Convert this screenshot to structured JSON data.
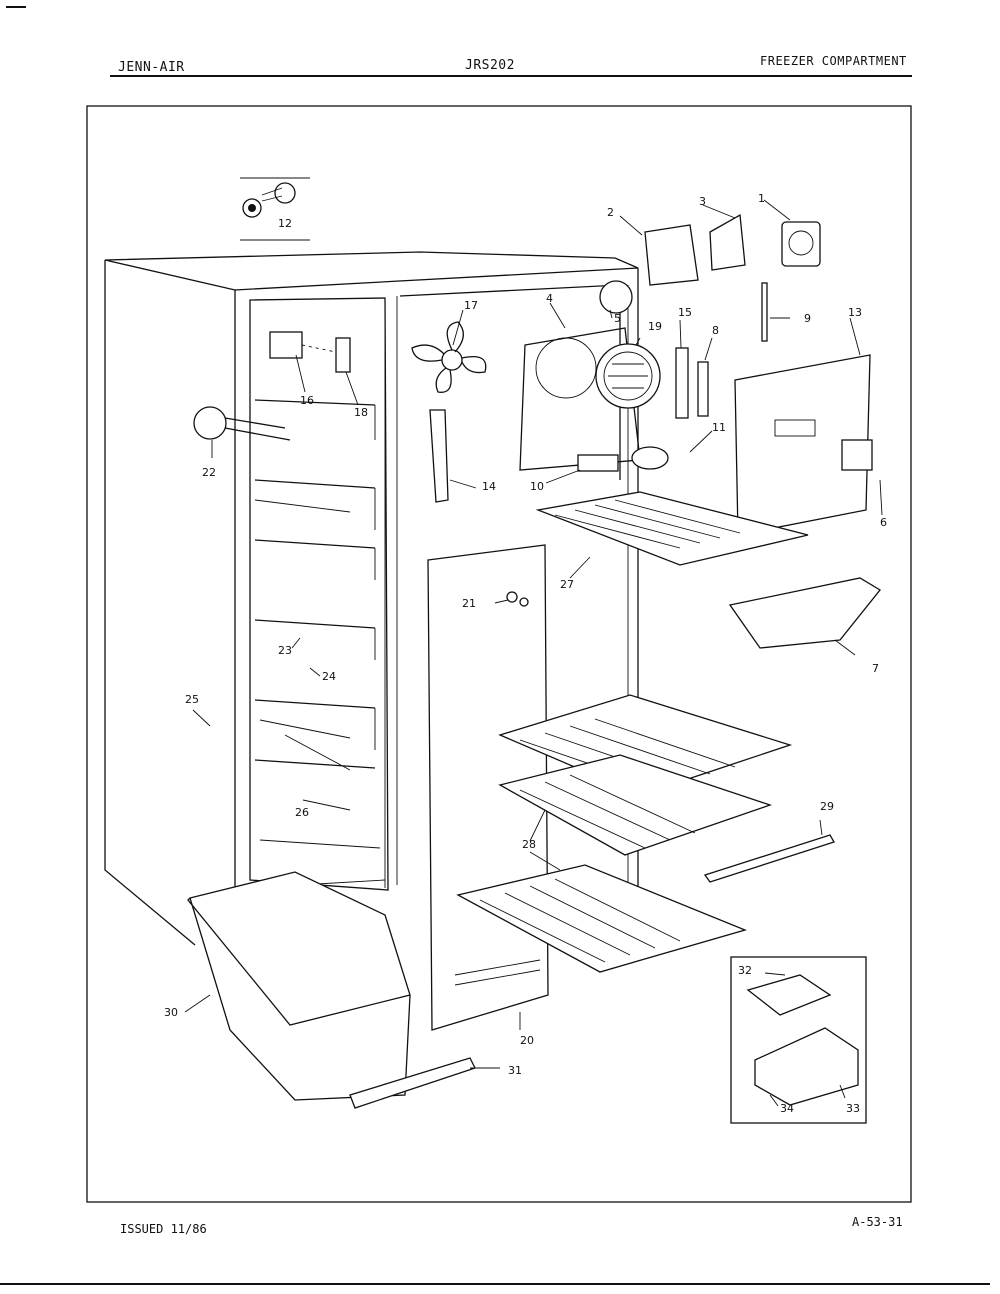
{
  "header": {
    "brand": "JENN-AIR",
    "model": "JRS202",
    "section": "FREEZER COMPARTMENT"
  },
  "footer": {
    "issued": "ISSUED 11/86",
    "page_code": "A-53-31"
  },
  "callouts": [
    "1",
    "2",
    "3",
    "4",
    "5",
    "6",
    "7",
    "8",
    "9",
    "10",
    "11",
    "12",
    "13",
    "14",
    "15",
    "16",
    "17",
    "18",
    "19",
    "20",
    "21",
    "22",
    "23",
    "24",
    "25",
    "26",
    "27",
    "28",
    "29",
    "30",
    "31",
    "32",
    "33",
    "34"
  ]
}
